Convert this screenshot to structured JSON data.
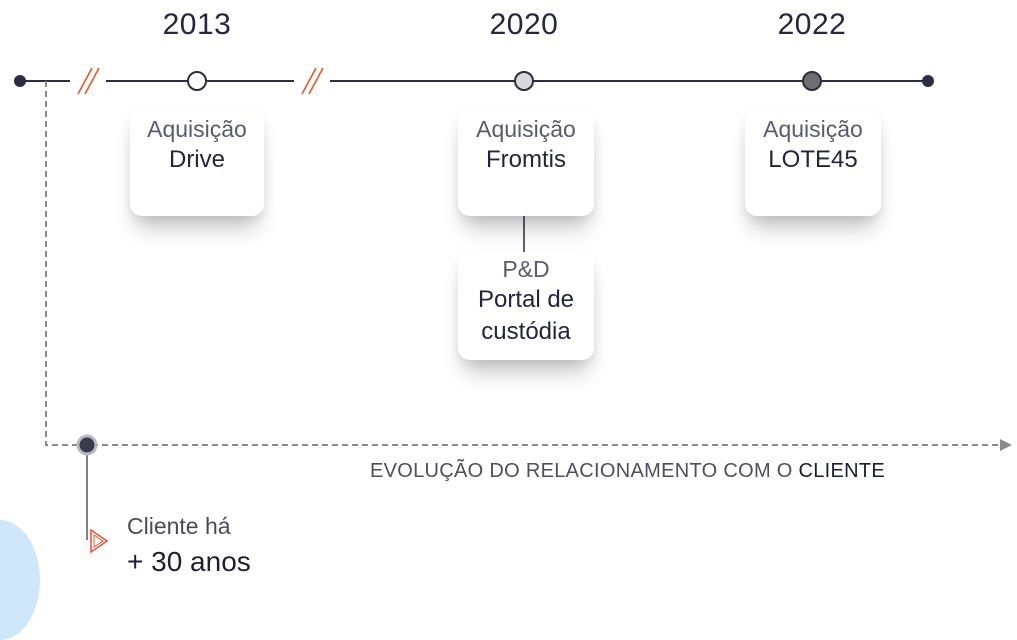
{
  "timeline": {
    "milestones": [
      {
        "year": "2013",
        "kind": "Aquisição",
        "name": "Drive"
      },
      {
        "year": "2020",
        "kind": "Aquisição",
        "name": "Fromtis"
      },
      {
        "year": "2022",
        "kind": "Aquisição",
        "name": "LOTE45"
      }
    ],
    "rnd": {
      "kind": "P&D",
      "name_line1": "Portal de",
      "name_line2": "custódia"
    }
  },
  "relationship": {
    "label_prefix": "EVOLUÇÃO DO RELACIONAMENTO COM O",
    "label_highlight": "CLIENTE",
    "client_label": "Cliente há",
    "client_value": "+ 30 anos"
  },
  "colors": {
    "line": "#2c2c44",
    "break_mark": "#e8542f",
    "dot_2020": "#d9d9d9",
    "dot_2022": "#6f6f6f",
    "dashed": "#8a8a8a",
    "blob": "#cfe7fb"
  }
}
